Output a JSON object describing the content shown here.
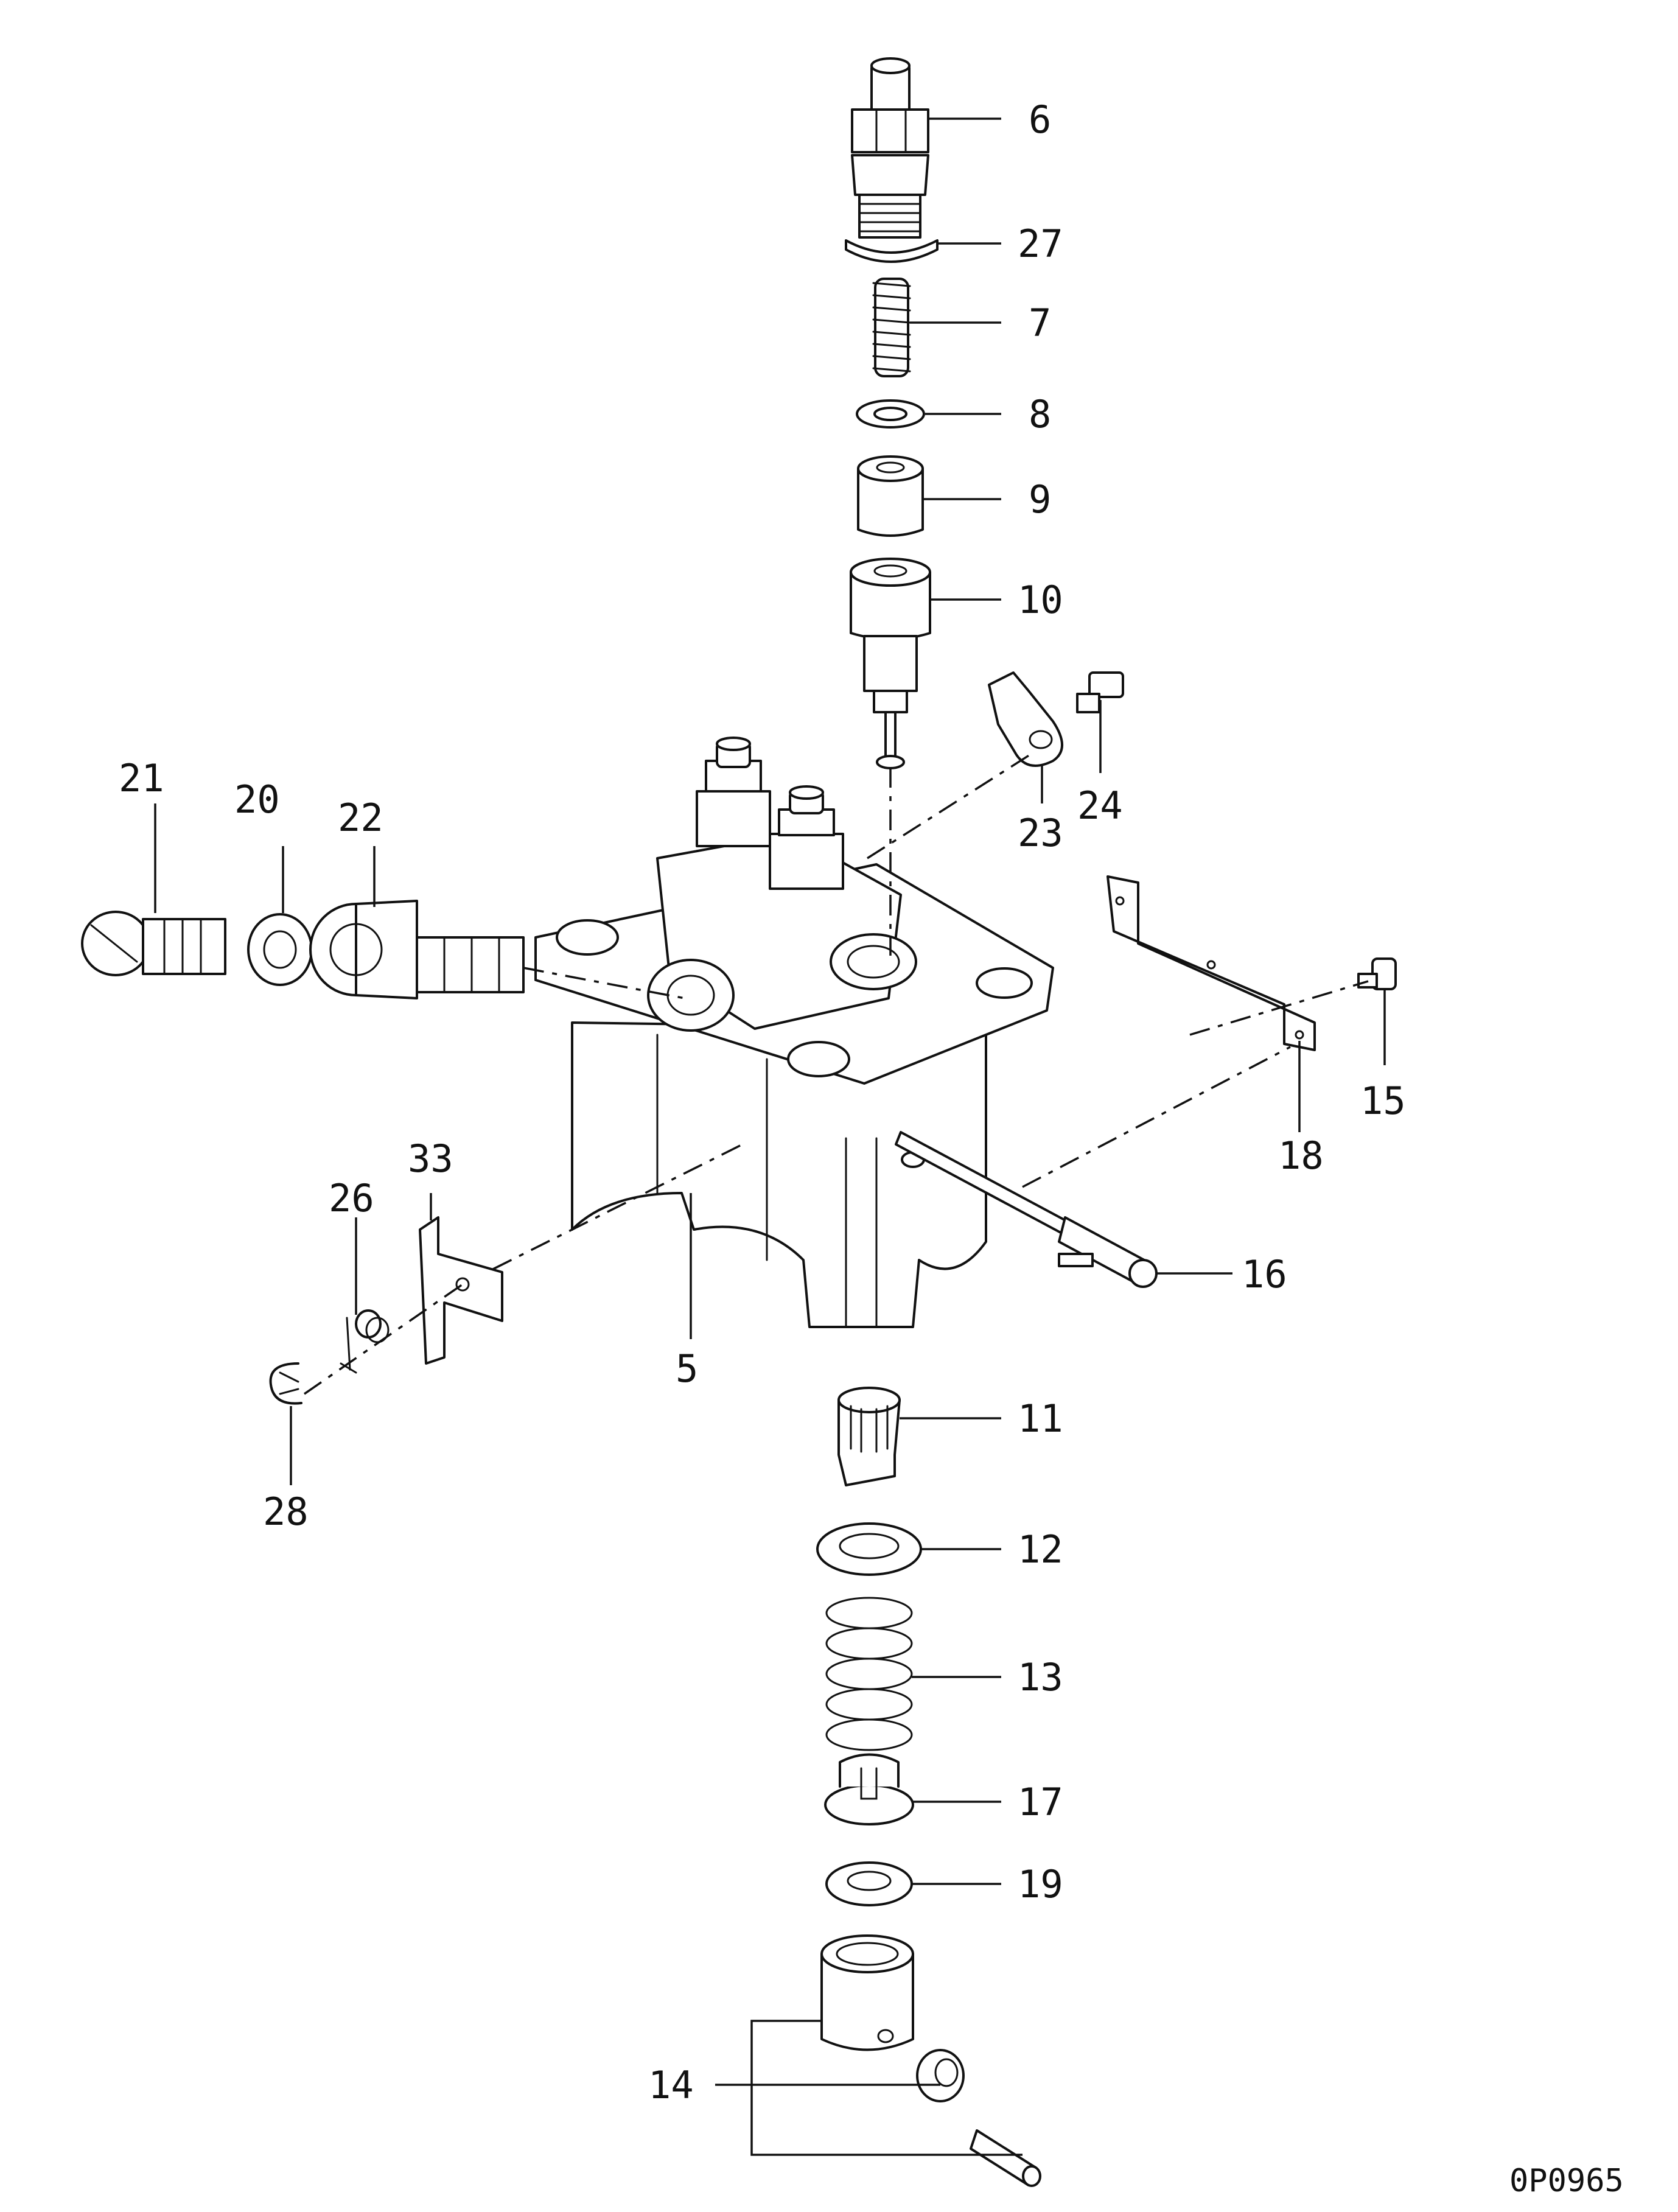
{
  "drawing_code": "0P0965",
  "labels": {
    "p5": "5",
    "p6": "6",
    "p7": "7",
    "p8": "8",
    "p9": "9",
    "p10": "10",
    "p11": "11",
    "p12": "12",
    "p13": "13",
    "p14": "14",
    "p15": "15",
    "p16": "16",
    "p17": "17",
    "p18": "18",
    "p19": "19",
    "p20": "20",
    "p21": "21",
    "p22": "22",
    "p23": "23",
    "p24": "24",
    "p26": "26",
    "p27": "27",
    "p28": "28",
    "p33": "33"
  }
}
